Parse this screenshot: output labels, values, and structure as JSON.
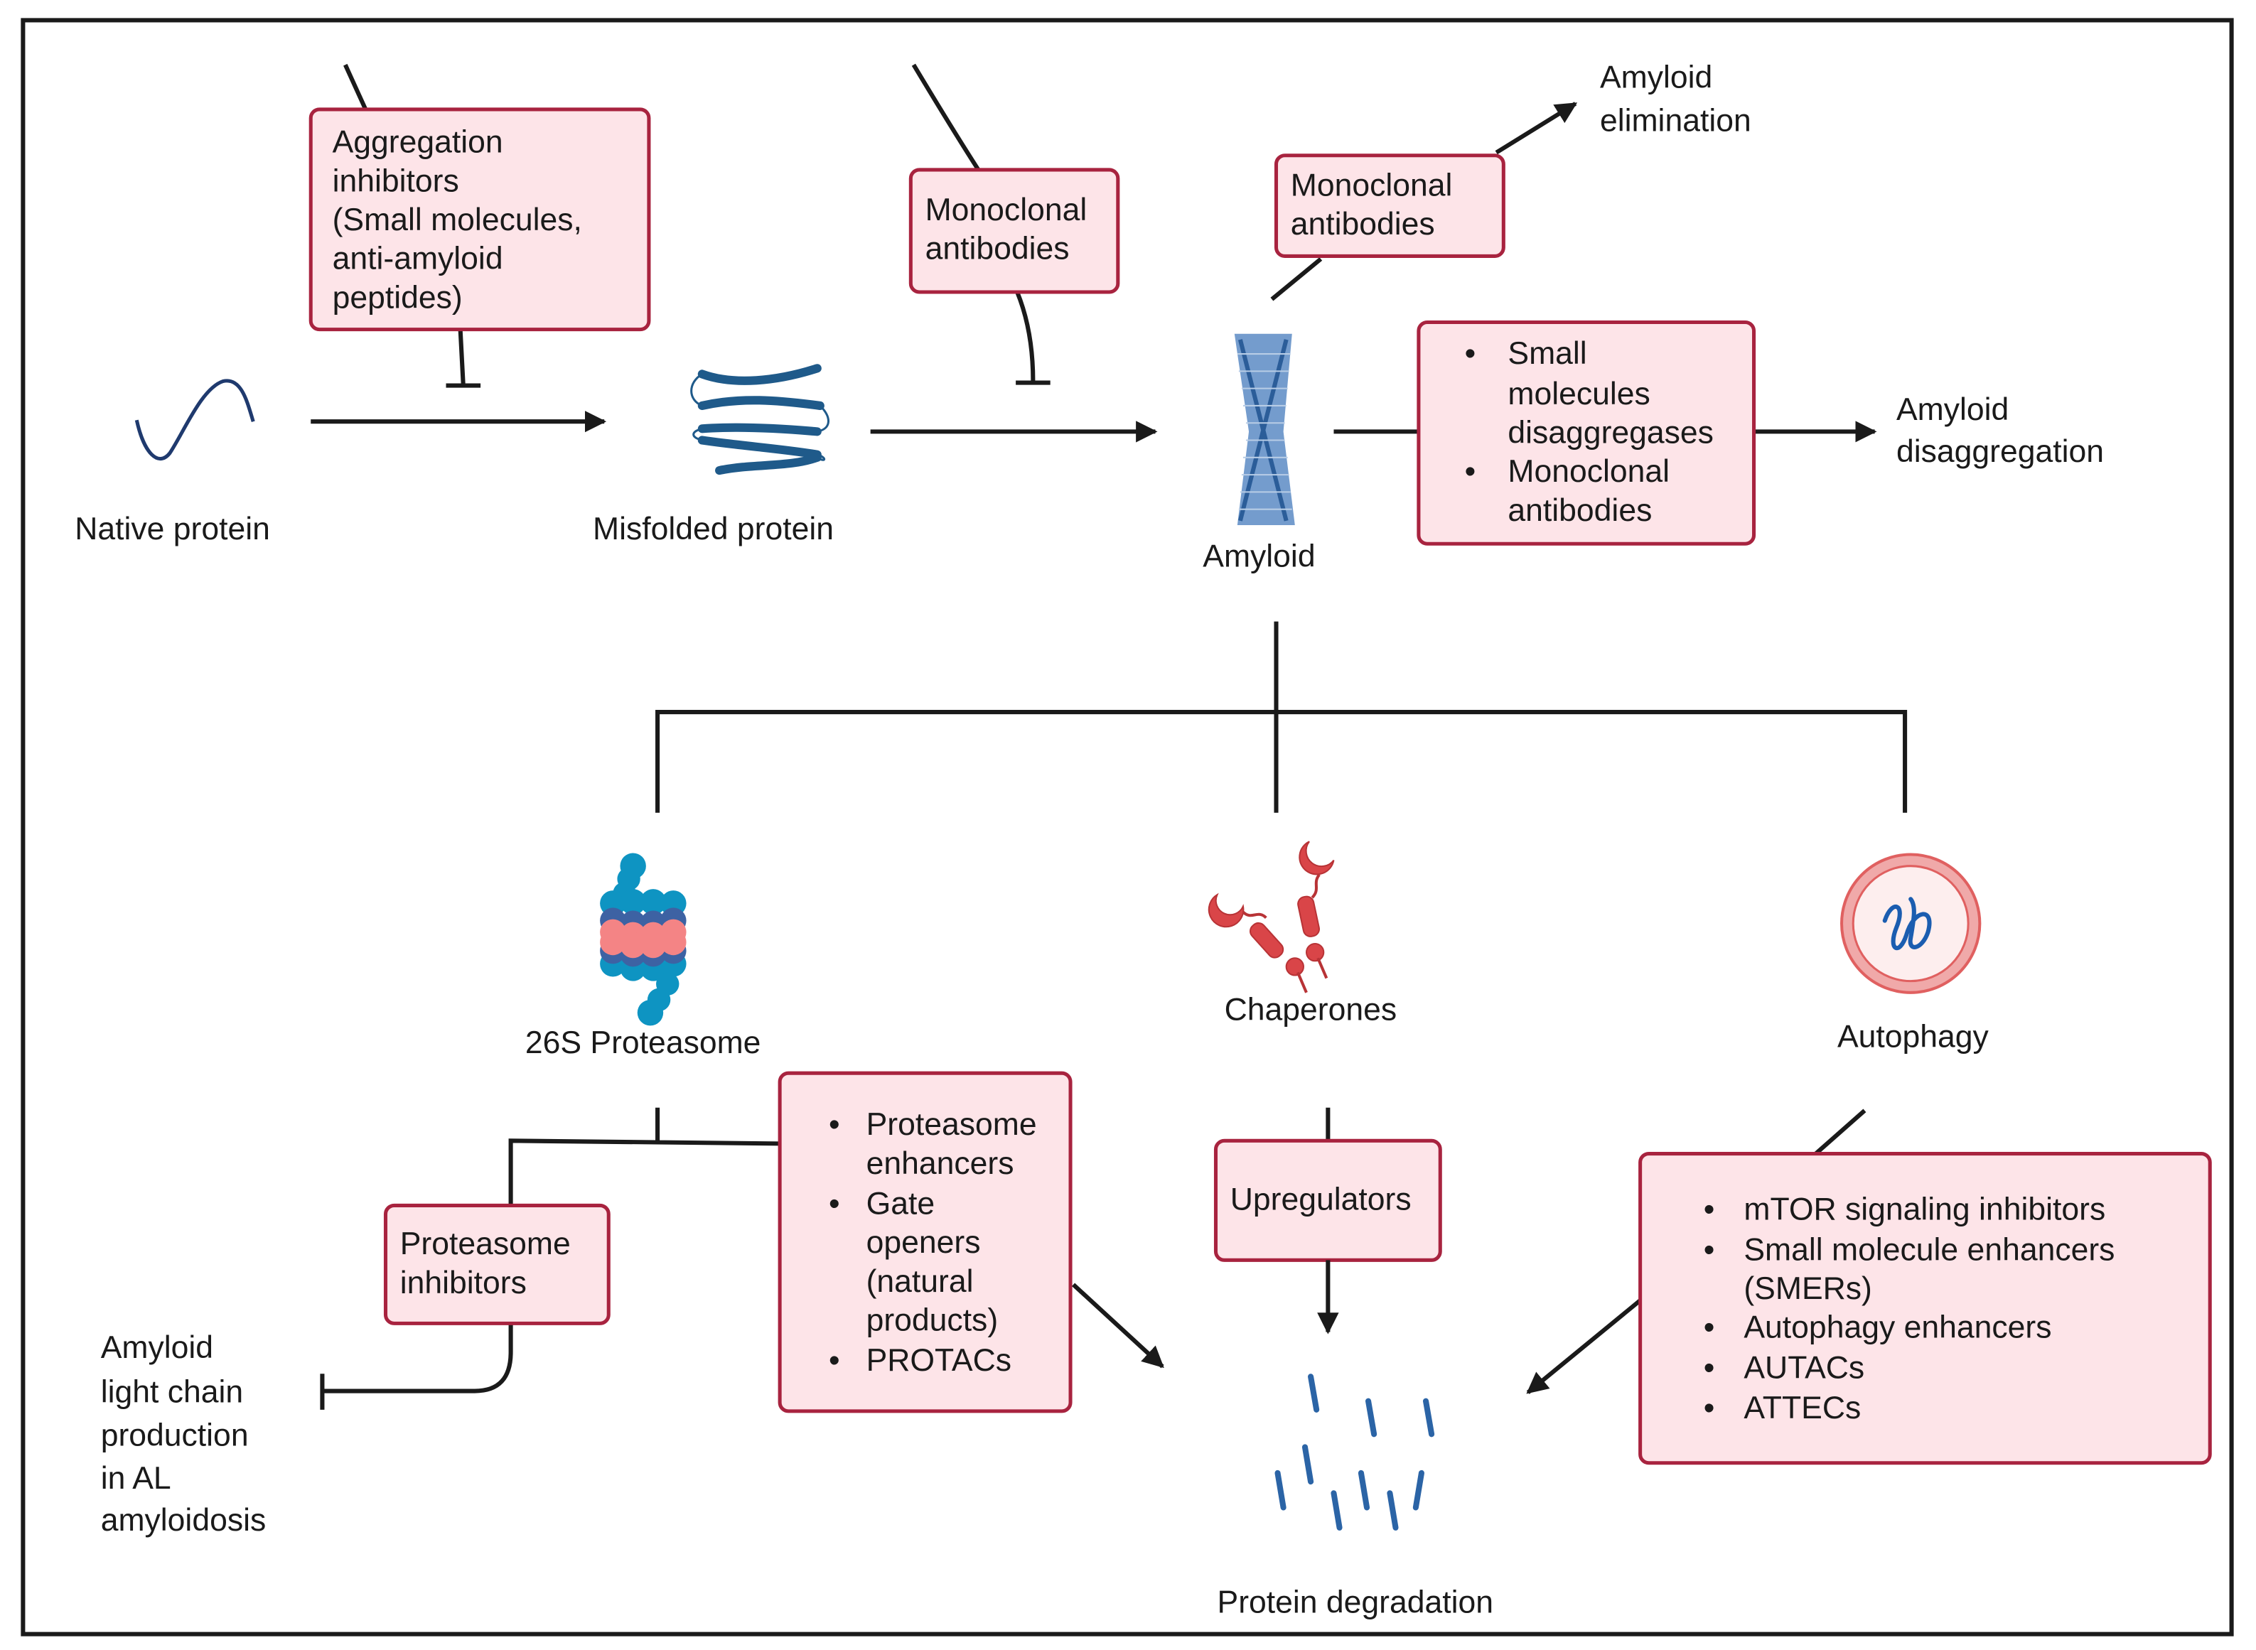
{
  "nodes": {
    "native_protein": "Native protein",
    "misfolded_protein": "Misfolded protein",
    "amyloid": "Amyloid",
    "amyloid_elimination": [
      "Amyloid",
      "elimination"
    ],
    "amyloid_disaggregation": [
      "Amyloid",
      "disaggregation"
    ],
    "proteasome": "26S Proteasome",
    "chaperones": "Chaperones",
    "autophagy": "Autophagy",
    "protein_degradation": "Protein degradation",
    "al_amyloidosis": [
      "Amyloid",
      "light chain",
      "production",
      "in AL",
      "amyloidosis"
    ]
  },
  "boxes": {
    "aggregation_inhibitors": [
      "Aggregation",
      "inhibitors",
      "(Small molecules,",
      "anti-amyloid",
      "peptides)"
    ],
    "monoclonal_1": [
      "Monoclonal",
      "antibodies"
    ],
    "monoclonal_2": [
      "Monoclonal",
      "antibodies"
    ],
    "disaggregation": {
      "bullets": [
        [
          "Small",
          "molecules",
          "disaggregases"
        ],
        [
          "Monoclonal",
          "antibodies"
        ]
      ]
    },
    "proteasome_inhibitors": [
      "Proteasome",
      "inhibitors"
    ],
    "proteasome_enhancers": {
      "bullets": [
        [
          "Proteasome",
          "enhancers"
        ],
        [
          "Gate",
          "openers",
          "(natural",
          "products)"
        ],
        [
          "PROTACs"
        ]
      ]
    },
    "upregulators": [
      "Upregulators"
    ],
    "autophagy_enhancers": {
      "bullets": [
        [
          "mTOR signaling inhibitors"
        ],
        [
          "Small molecule enhancers",
          "(SMERs)"
        ],
        [
          "Autophagy enhancers"
        ],
        [
          "AUTACs"
        ],
        [
          "ATTECs"
        ]
      ]
    }
  },
  "bullet_char": "•",
  "colors": {
    "box_fill": "#fde4e8",
    "box_stroke": "#a8233f",
    "protein_blue": "#1f5a8a",
    "proteasome_cyan": "#0e94c2",
    "proteasome_navy": "#3d62a3",
    "proteasome_pink": "#f48485",
    "chaperone_red": "#d94548"
  }
}
